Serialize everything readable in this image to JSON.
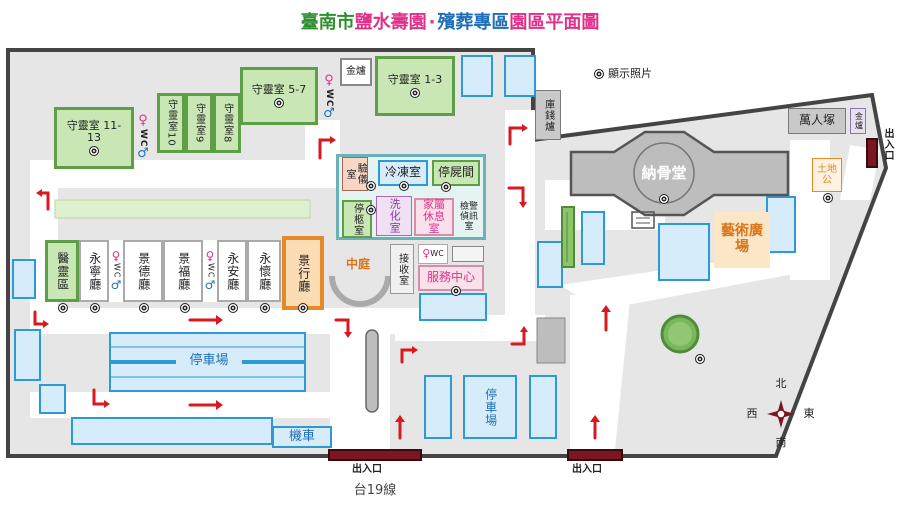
{
  "title": {
    "part1": "臺南市",
    "part2": "鹽水壽園",
    "sep": "·",
    "part3": "殯葬專區",
    "part4": "園區平面圖"
  },
  "legend": {
    "photo_label": "顯示照片"
  },
  "buildings": {
    "shoulingshi_11_13": "守靈室 11-13",
    "shoulingshi_10": "守靈室10",
    "shoulingshi_9": "守靈室9",
    "shoulingshi_8": "守靈室8",
    "shoulingshi_5_7": "守靈室 5-7",
    "shoulingshi_1_3": "守靈室 1-3",
    "jinlu_left": "金爐",
    "kuqianlu": "庫錢爐",
    "wanrenzhong": "萬人塚",
    "jinlu_right": "金爐",
    "nagutang": "納骨堂",
    "tudigong": "土地公",
    "yishu_guangchang": "藝術廣場",
    "yanyishi": "驗儀室",
    "lengdongshi": "冷凍室",
    "tingshijian": "停屍間",
    "tingjiushi": "停柩室",
    "xihuashi": "洗化室",
    "jiashu_xiuxishi": "家屬休息室",
    "jianjing_zhenxunshi": "檢警偵訊室",
    "jieshoushi": "接收室",
    "fuwu_zhongxin": "服務中心",
    "zhongting": "中庭",
    "yilingting": "醫靈區",
    "yongningting": "永寧廳",
    "jingdeting": "景德廳",
    "jingfuting": "景福廳",
    "yonganting": "永安廳",
    "yonghuaiting": "永懷廳",
    "jingxingting": "景行廳",
    "parking_left": "停車場",
    "parking_center": "停車場",
    "jiche": "機車",
    "wc": "WC"
  },
  "entrances": {
    "label": "出入口",
    "right_vertical": "出入口"
  },
  "road": "台19線",
  "compass": {
    "north": "北",
    "south": "南",
    "east": "東",
    "west": "西"
  },
  "colors": {
    "title_green": "#2f8f2f",
    "title_pink": "#e0318a",
    "title_blue": "#1f6fb8",
    "road_grey": "#d9d9d9",
    "arrow_red": "#d71920",
    "entrance_red": "#7a1722"
  }
}
